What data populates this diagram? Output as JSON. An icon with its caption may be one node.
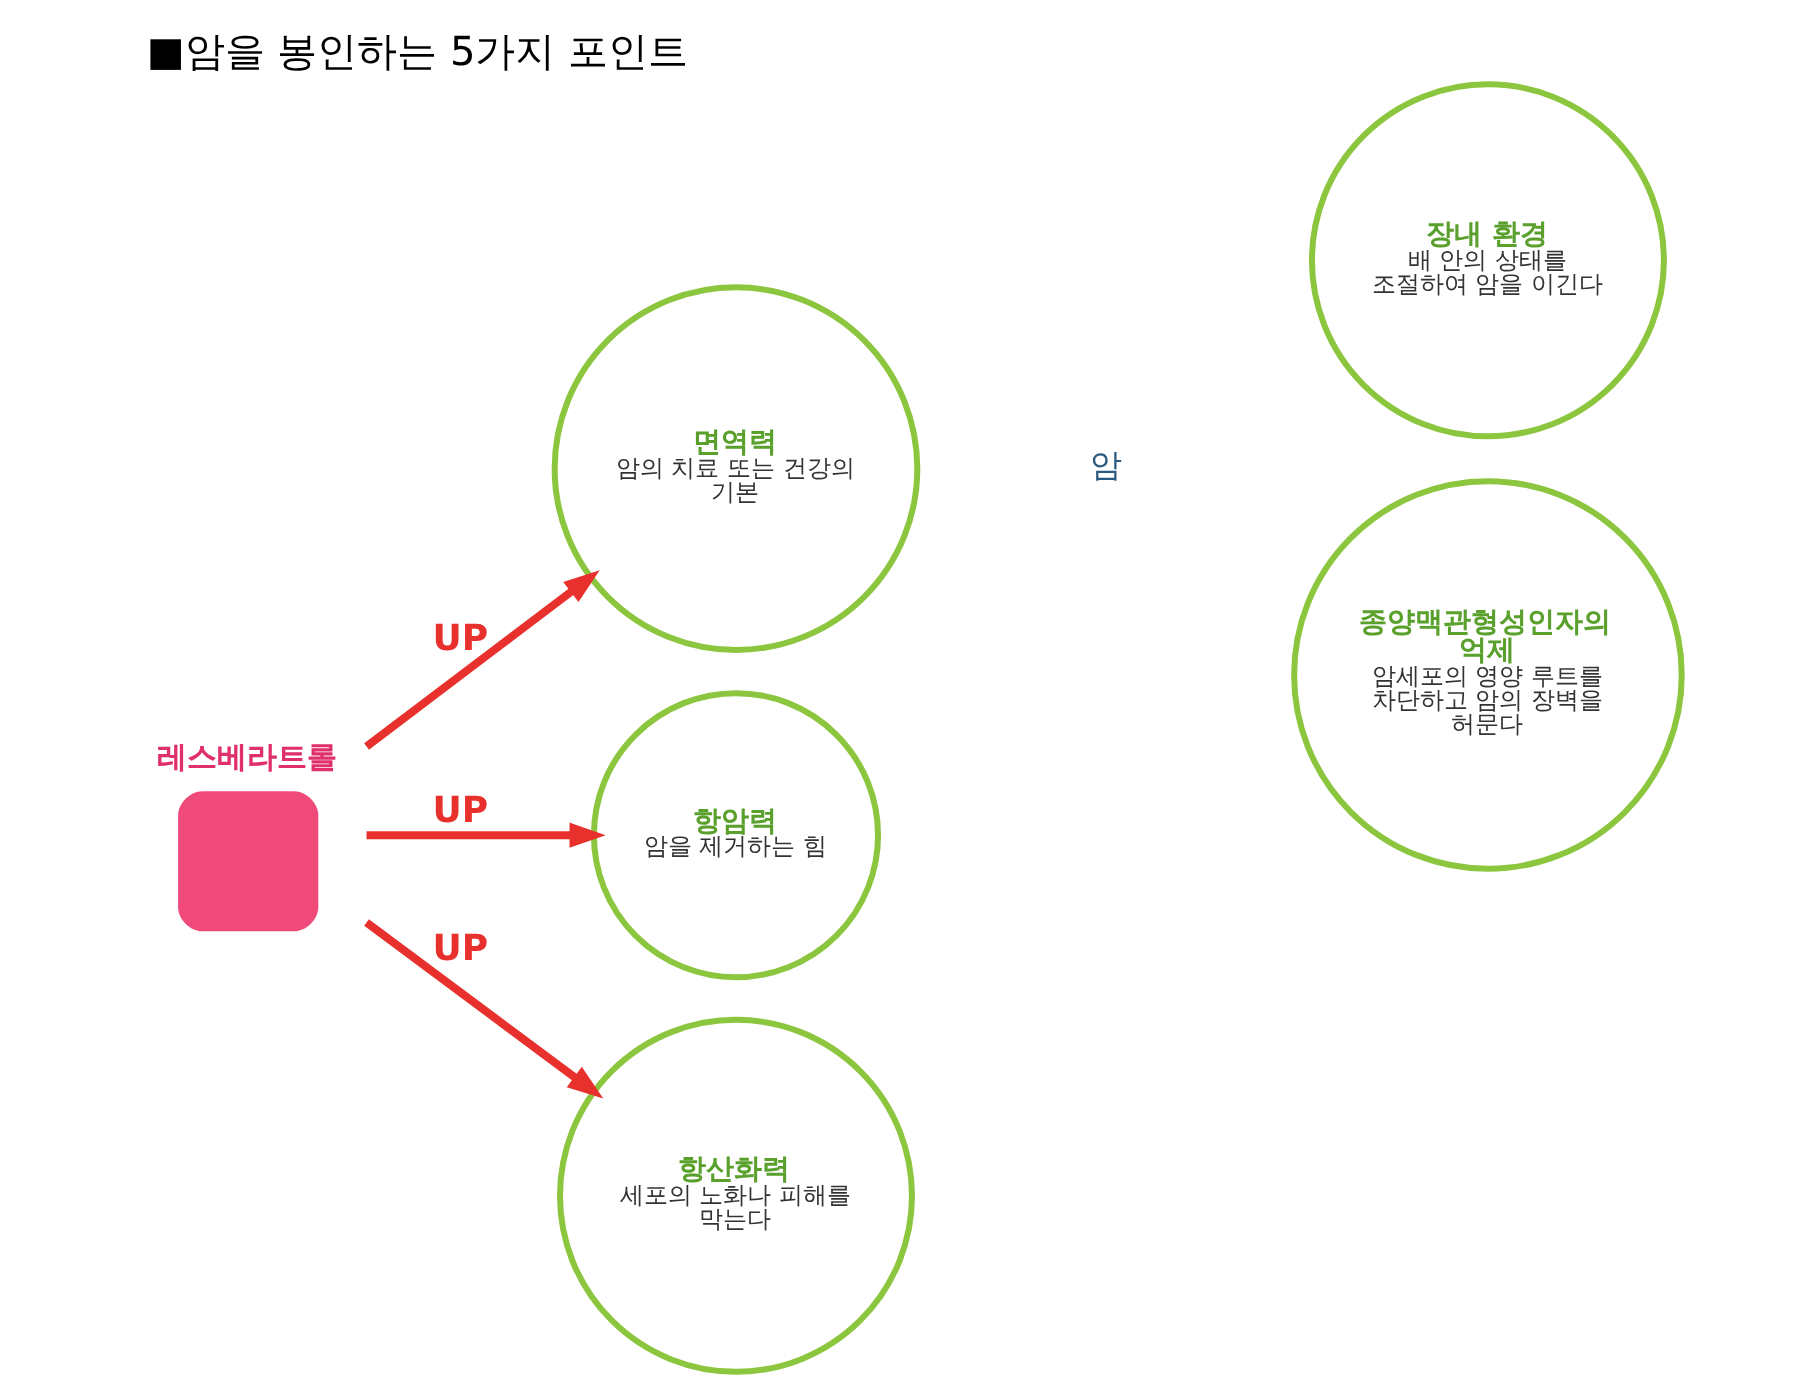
{
  "diagram": {
    "title": "■암을 봉인하는 5가지 포인트",
    "nodes": [
      {
        "text": [
          "레스베라트롤"
        ]
      },
      {
        "text": [
          "면역력",
          "암의 치료 또는 건강의 기본"
        ]
      },
      {
        "text": [
          "항암력",
          "암을 제거하는 힘"
        ]
      },
      {
        "text": [
          "장내 환경",
          "배 안의 상태를 조절하여 암을 이긴다"
        ]
      },
      {
        "text": [
          "항산화력",
          "세포의 노화나 피해를 막는다"
        ]
      },
      {
        "text": [
          "종양맥관형성인자의 억제",
          "암세포의 영양 루트를 차단하고 암의 장벽을 허문다"
        ]
      }
    ],
    "edges": [
      {
        "from": 0,
        "to": 1,
        "arrow": "to",
        "label": "UP"
      },
      {
        "from": 0,
        "to": 2,
        "arrow": "to",
        "label": "UP"
      },
      {
        "from": 0,
        "to": 4,
        "arrow": "to",
        "label": "UP"
      }
    ],
    "labels": [
      "암"
    ]
  }
}
